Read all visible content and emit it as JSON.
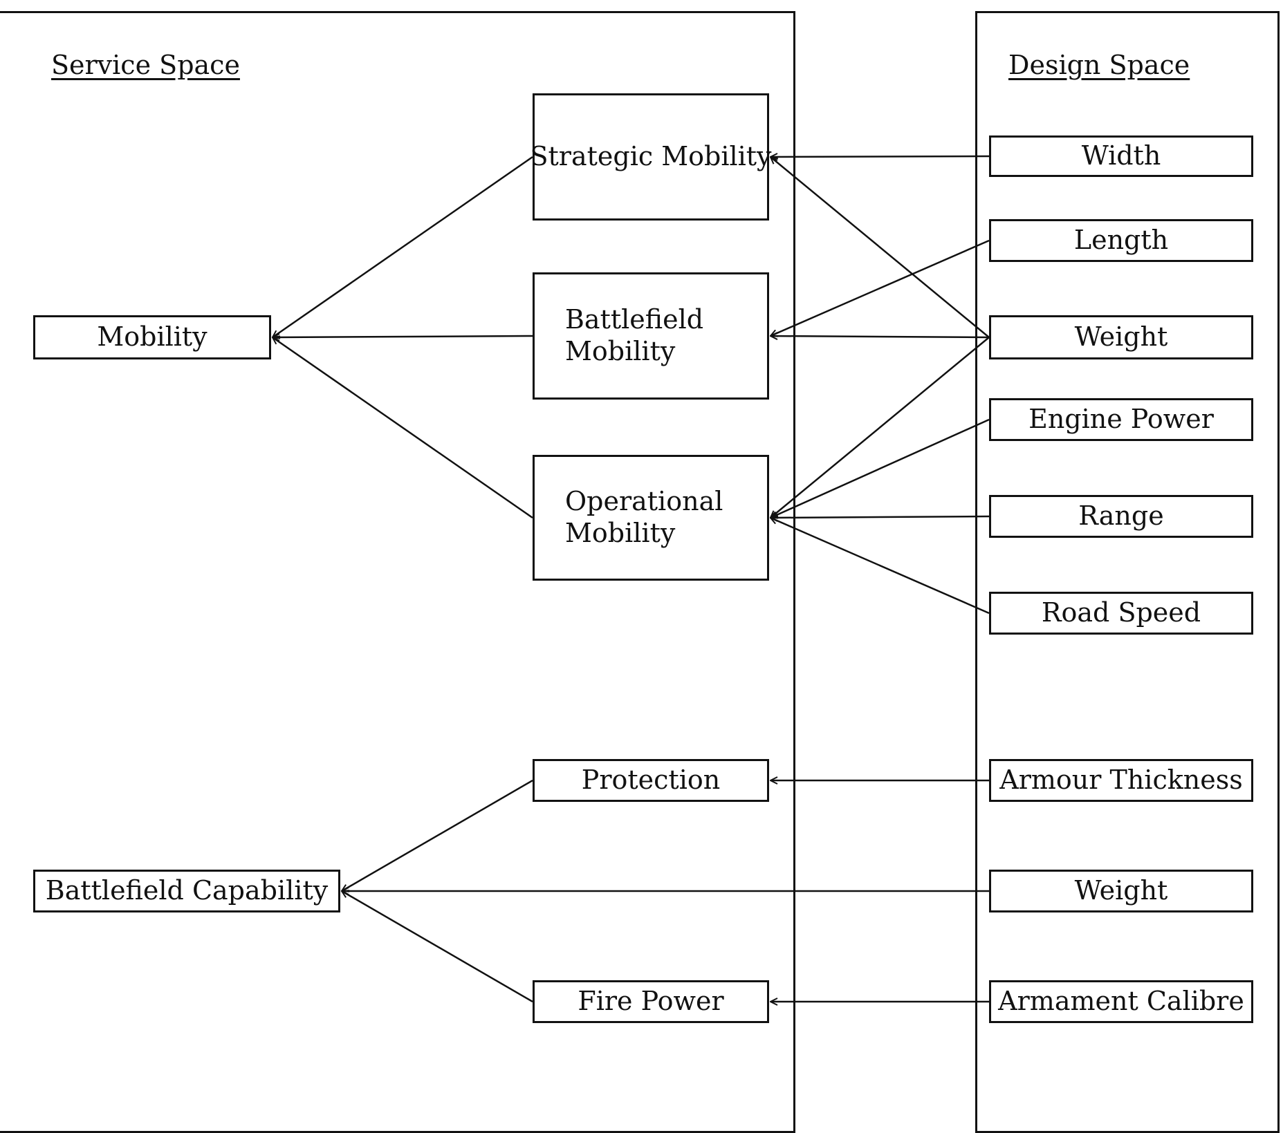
{
  "service_space": {
    "title": "Service Space",
    "nodes": {
      "mobility": "Mobility",
      "battlefield_capability": "Battlefield Capability",
      "strategic_mobility": "Strategic Mobility",
      "battlefield_mobility": {
        "line1": "Battlefield",
        "line2": "Mobility"
      },
      "operational_mobility": {
        "line1": "Operational",
        "line2": "Mobility"
      },
      "protection": "Protection",
      "fire_power": "Fire Power"
    }
  },
  "design_space": {
    "title": "Design Space",
    "nodes": {
      "width": "Width",
      "length": "Length",
      "weight_1": "Weight",
      "engine_power": "Engine Power",
      "range": "Range",
      "road_speed": "Road Speed",
      "armour_thickness": "Armour Thickness",
      "weight_2": "Weight",
      "armament_calibre": "Armament Calibre"
    }
  },
  "edges": [
    [
      "width",
      "strategic_mobility"
    ],
    [
      "weight_1",
      "strategic_mobility"
    ],
    [
      "length",
      "battlefield_mobility"
    ],
    [
      "weight_1",
      "battlefield_mobility"
    ],
    [
      "weight_1",
      "operational_mobility"
    ],
    [
      "engine_power",
      "operational_mobility"
    ],
    [
      "range",
      "operational_mobility"
    ],
    [
      "road_speed",
      "operational_mobility"
    ],
    [
      "strategic_mobility",
      "mobility"
    ],
    [
      "battlefield_mobility",
      "mobility"
    ],
    [
      "operational_mobility",
      "mobility"
    ],
    [
      "armour_thickness",
      "protection"
    ],
    [
      "protection",
      "battlefield_capability"
    ],
    [
      "weight_2",
      "battlefield_capability"
    ],
    [
      "fire_power",
      "battlefield_capability"
    ],
    [
      "armament_calibre",
      "fire_power"
    ]
  ]
}
